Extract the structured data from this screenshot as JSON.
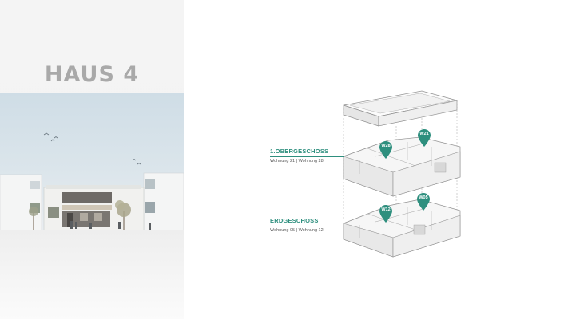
{
  "house": {
    "title": "HAUS 4"
  },
  "levels": [
    {
      "name": "1.OBERGESCHOSS",
      "units": "Wohnung 21 | Wohnung 28"
    },
    {
      "name": "ERDGESCHOSS",
      "units": "Wohnung 05 | Wohnung 12"
    }
  ],
  "markers": [
    {
      "label": "W28"
    },
    {
      "label": "W21"
    },
    {
      "label": "W12"
    },
    {
      "label": "W05"
    }
  ],
  "colors": {
    "accent": "#2e8f7e",
    "title_gray": "#a9a9a9"
  }
}
